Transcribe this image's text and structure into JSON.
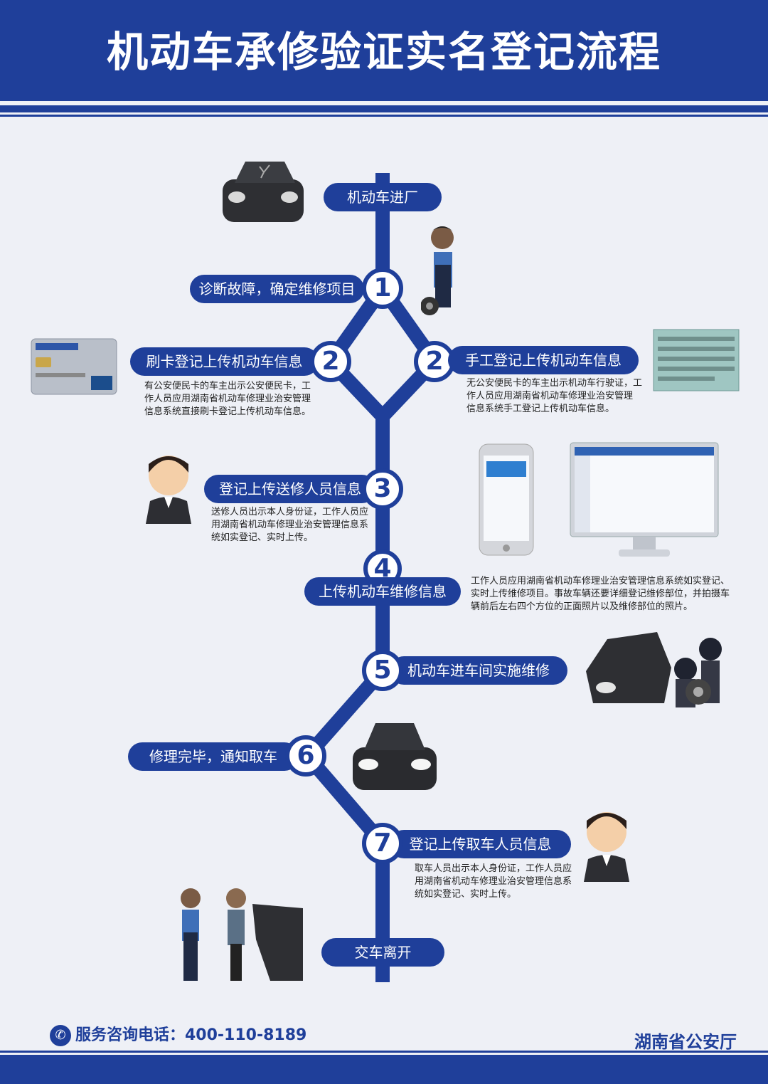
{
  "title": "机动车承修验证实名登记流程",
  "steps": {
    "start": "机动车进厂",
    "s1": {
      "num": "1",
      "label": "诊断故障，确定维修项目"
    },
    "s2a": {
      "num": "2",
      "label": "刷卡登记上传机动车信息",
      "desc": [
        "有公安便民卡的车主出示公安便民卡，工",
        "作人员应用湖南省机动车修理业治安管理",
        "信息系统直接刷卡登记上传机动车信息。"
      ]
    },
    "s2b": {
      "num": "2",
      "label": "手工登记上传机动车信息",
      "desc": [
        "无公安便民卡的车主出示机动车行驶证，工",
        "作人员应用湖南省机动车修理业治安管理",
        "信息系统手工登记上传机动车信息。"
      ]
    },
    "s3": {
      "num": "3",
      "label": "登记上传送修人员信息",
      "desc": [
        "送修人员出示本人身份证，工作人员应",
        "用湖南省机动车修理业治安管理信息系",
        "统如实登记、实时上传。"
      ]
    },
    "s4": {
      "num": "4",
      "label": "上传机动车维修信息",
      "desc": [
        "工作人员应用湖南省机动车修理业治安管理信息系统如实登记、",
        "实时上传维修项目。事故车辆还要详细登记维修部位，并拍摄车",
        "辆前后左右四个方位的正面照片以及维修部位的照片。"
      ]
    },
    "s5": {
      "num": "5",
      "label": "机动车进车间实施维修"
    },
    "s6": {
      "num": "6",
      "label": "修理完毕，通知取车"
    },
    "s7": {
      "num": "7",
      "label": "登记上传取车人员信息",
      "desc": [
        "取车人员出示本人身份证，工作人员应",
        "用湖南省机动车修理业治安管理信息系",
        "统如实登记、实时上传。"
      ]
    },
    "end": "交车离开"
  },
  "footer": {
    "phone_label": "服务咨询电话：400-110-8189",
    "org": "湖南省公安厅"
  },
  "colors": {
    "primary": "#1f3f9a",
    "background": "#eef0f6"
  }
}
